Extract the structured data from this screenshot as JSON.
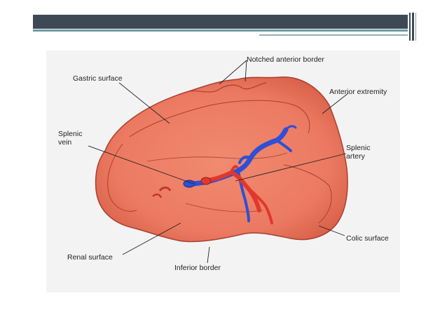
{
  "labels": {
    "notched_anterior_border": "Notched anterior border",
    "gastric_surface": "Gastric surface",
    "anterior_extremity": "Anterior extremity",
    "splenic_vein_line1": "Splenic",
    "splenic_vein_line2": "vein",
    "splenic_artery_line1": "Splenic",
    "splenic_artery_line2": "artery",
    "colic_surface": "Colic surface",
    "renal_surface": "Renal surface",
    "inferior_border": "Inferior border"
  },
  "colors": {
    "header_bar": "#3d4a55",
    "header_accent": "#6d9aa2",
    "spleen_fill": "#ec7a62",
    "spleen_outline": "#a8402e",
    "vein": "#2f4fd6",
    "artery": "#e0382c"
  }
}
